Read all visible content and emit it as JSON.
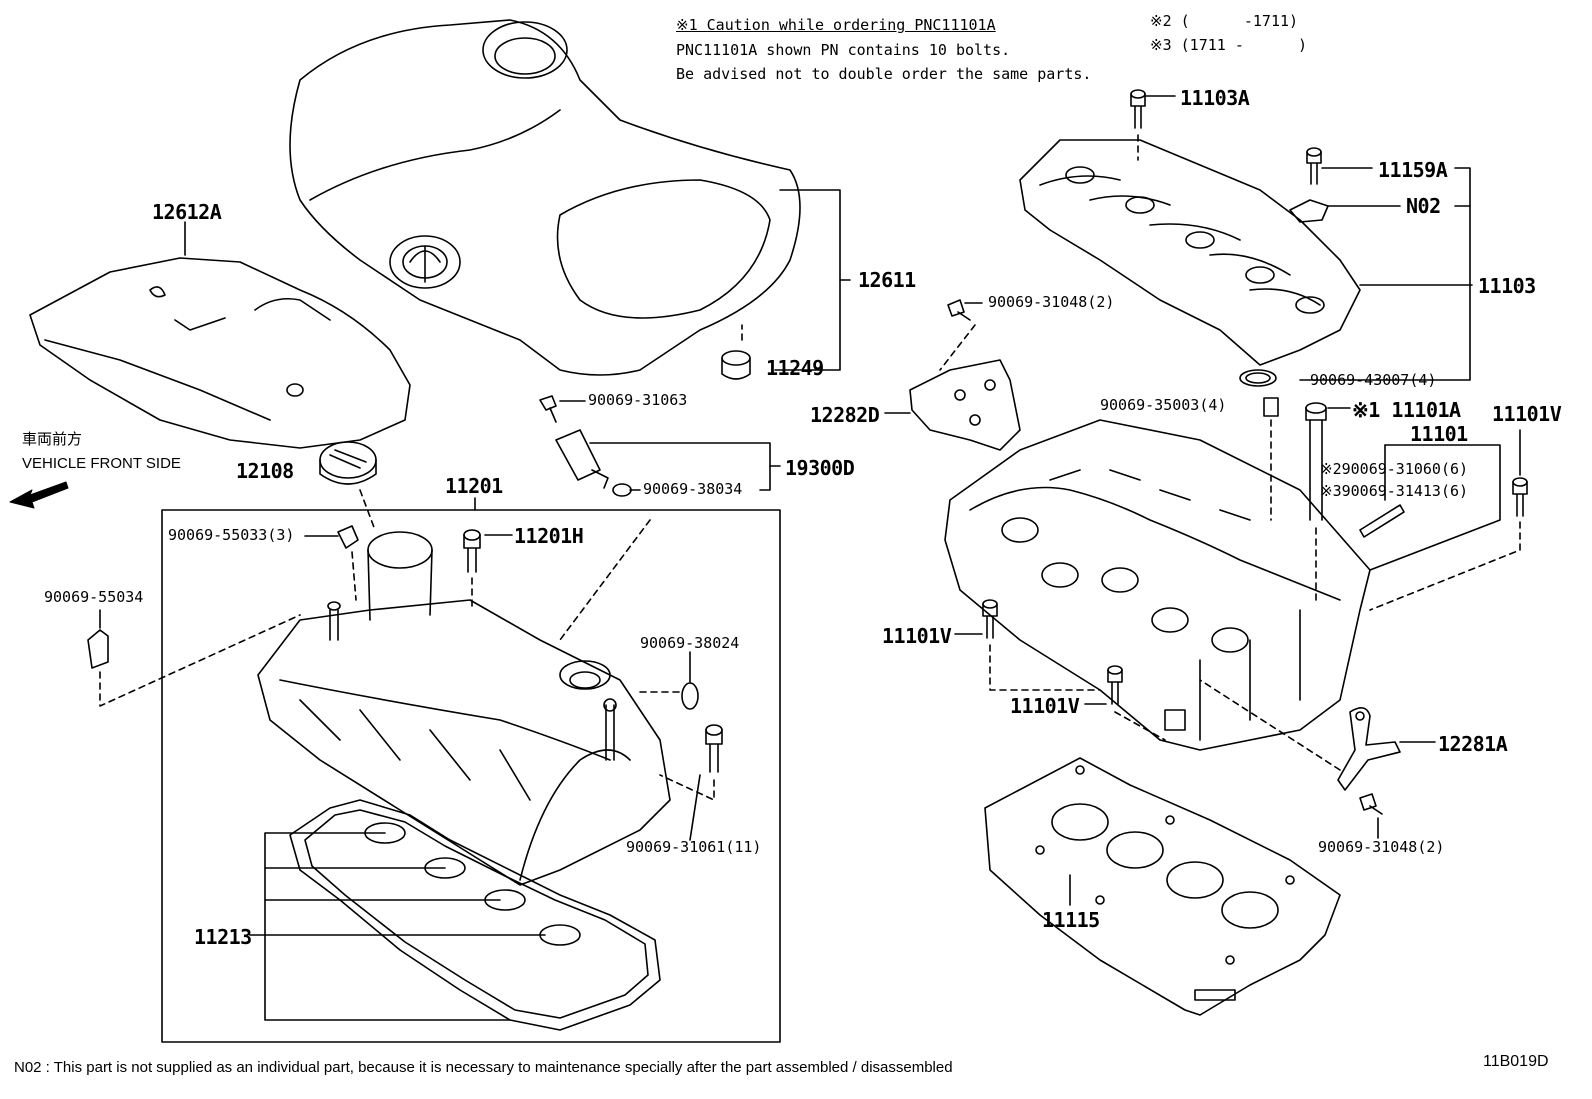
{
  "notes": {
    "caution_title": "※1 Caution while ordering PNC11101A",
    "caution_line1": "PNC11101A shown PN contains 10 bolts.",
    "caution_line2": "Be advised not to double order the same parts.",
    "range2": "※2 (      -1711)",
    "range3": "※3 (1711 -      )",
    "vehicle_front_jp": "車両前方",
    "vehicle_front_en": "VEHICLE FRONT SIDE",
    "footer_note": "N02 : This part is not supplied as an individual part, because it is necessary to maintenance specially after the part assembled / disassembled",
    "diagram_code": "11B019D"
  },
  "labels": {
    "p12612A": "12612A",
    "p12611": "12611",
    "p11249": "11249",
    "p90069_31063": "90069-31063",
    "p12108": "12108",
    "p11201": "11201",
    "p19300D": "19300D",
    "p90069_38034": "90069-38034",
    "p90069_55033": "90069-55033(3)",
    "p11201H": "11201H",
    "p90069_55034": "90069-55034",
    "p90069_38024": "90069-38024",
    "p90069_31061": "90069-31061(11)",
    "p11213": "11213",
    "p11103A": "11103A",
    "p11159A": "11159A",
    "pN02": "N02",
    "p11103": "11103",
    "p90069_31048a": "90069-31048(2)",
    "p12282D": "12282D",
    "p90069_43007": "90069-43007(4)",
    "p90069_35003": "90069-35003(4)",
    "p11101A": "※1 11101A",
    "p11101V_right": "11101V",
    "p11101": "11101",
    "p90069_31060": "※290069-31060(6)",
    "p90069_31413": "※390069-31413(6)",
    "p11101V_mid": "11101V",
    "p11101V_low": "11101V",
    "p12281A": "12281A",
    "p90069_31048b": "90069-31048(2)",
    "p11115": "11115"
  }
}
